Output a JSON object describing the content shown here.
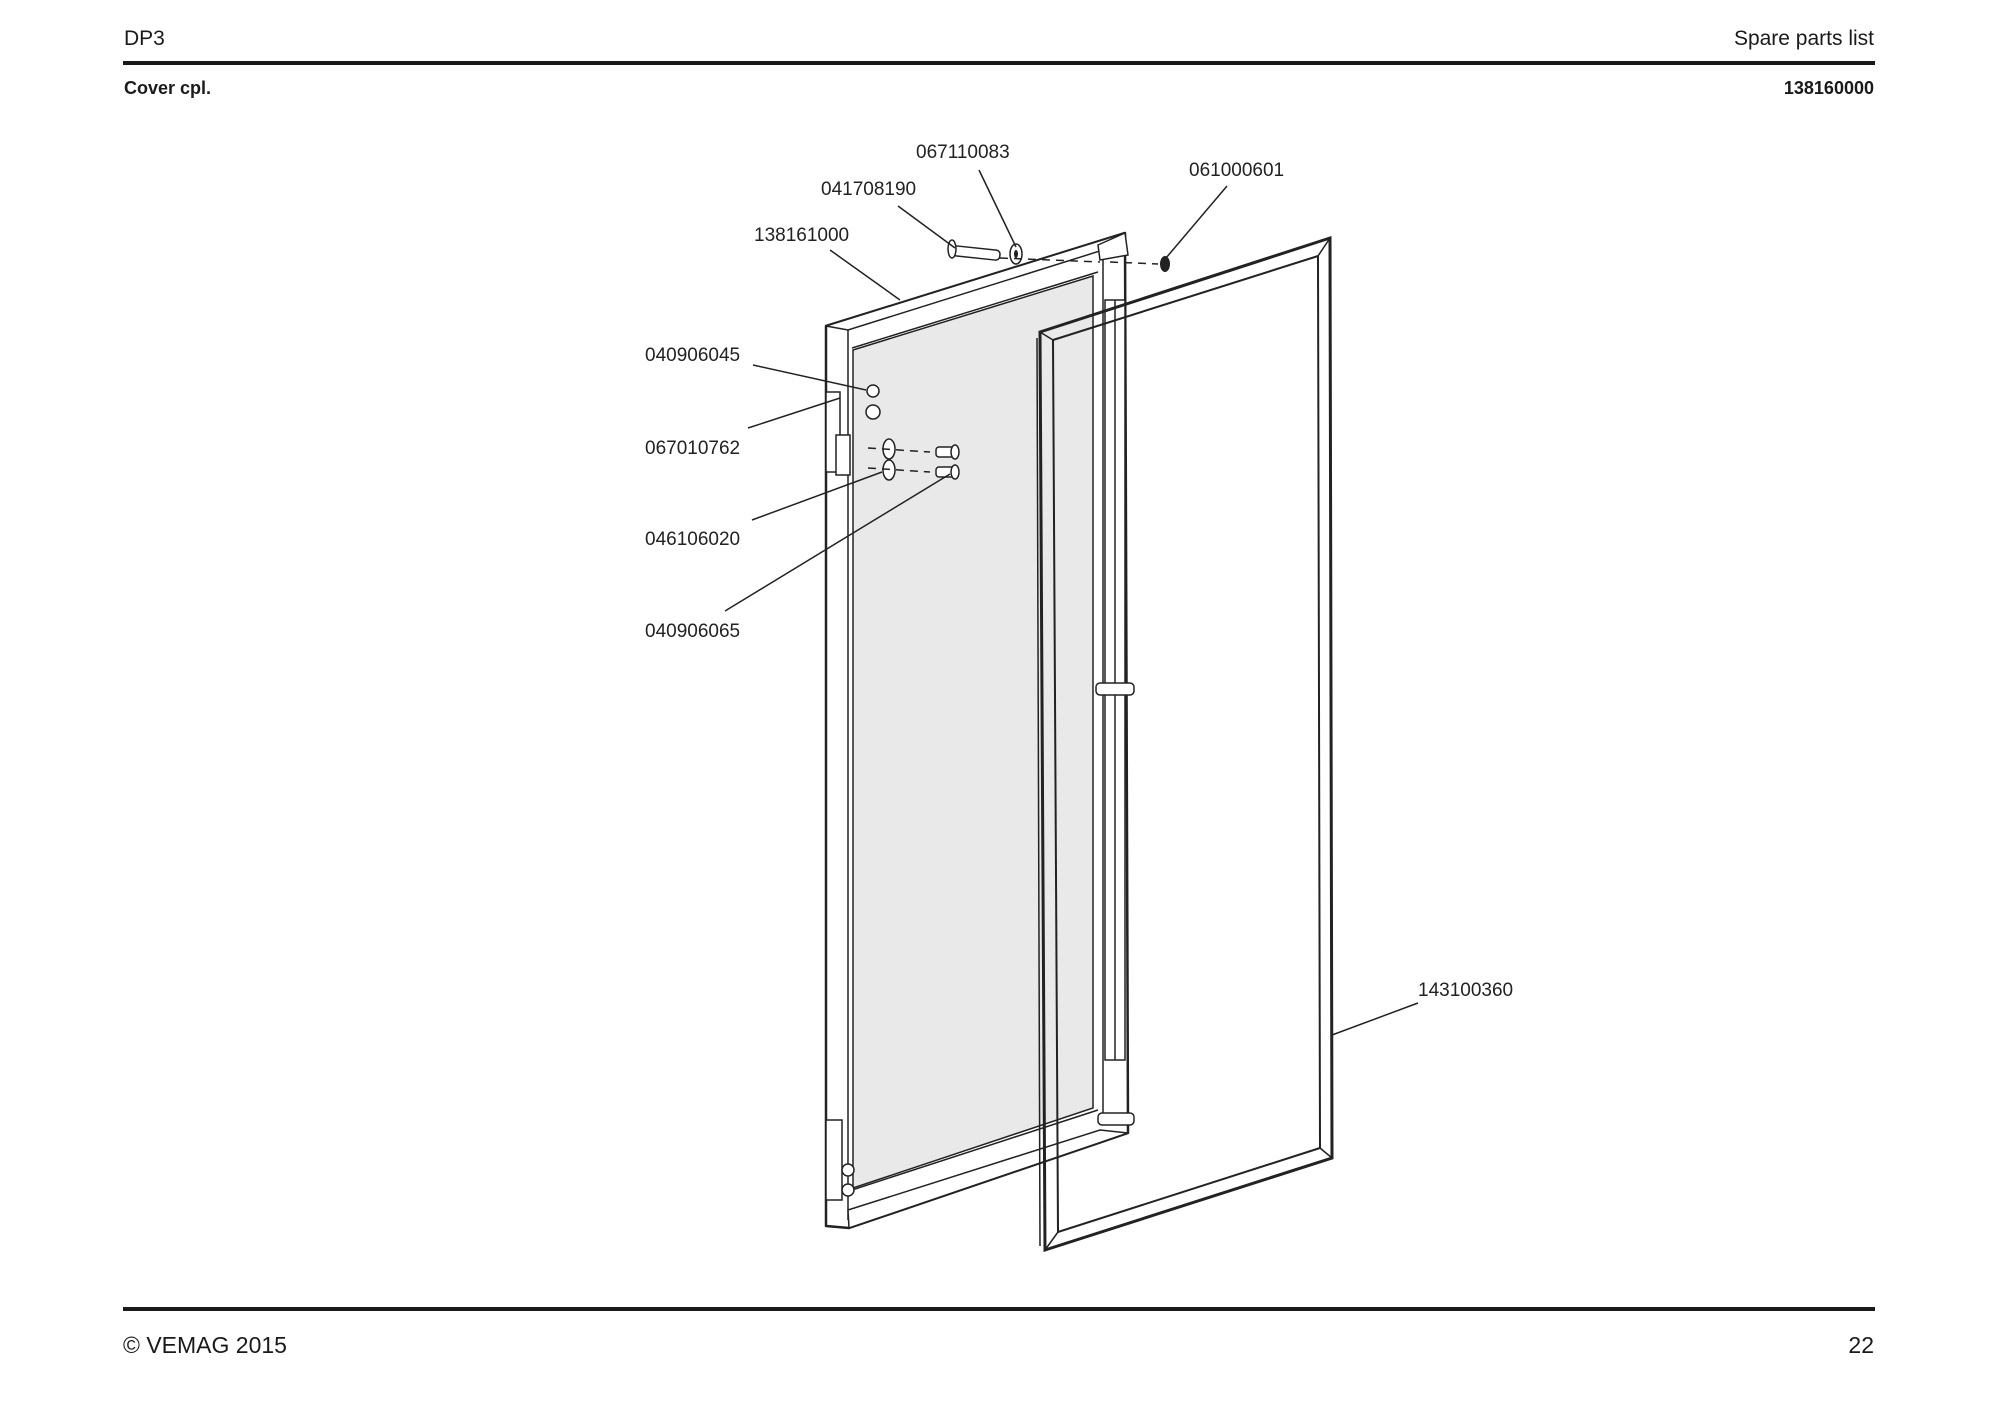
{
  "header": {
    "left": "DP3",
    "right": "Spare parts list"
  },
  "subheader": {
    "left": "Cover cpl.",
    "right": "138160000"
  },
  "callouts": [
    {
      "id": "c1",
      "text": "067110083"
    },
    {
      "id": "c2",
      "text": "061000601"
    },
    {
      "id": "c3",
      "text": "041708190"
    },
    {
      "id": "c4",
      "text": "138161000"
    },
    {
      "id": "c5",
      "text": "040906045"
    },
    {
      "id": "c6",
      "text": "067010762"
    },
    {
      "id": "c7",
      "text": "046106020"
    },
    {
      "id": "c8",
      "text": "040906065"
    },
    {
      "id": "c9",
      "text": "143100360"
    }
  ],
  "footer": {
    "left": "© VEMAG 2015",
    "right": "22"
  }
}
